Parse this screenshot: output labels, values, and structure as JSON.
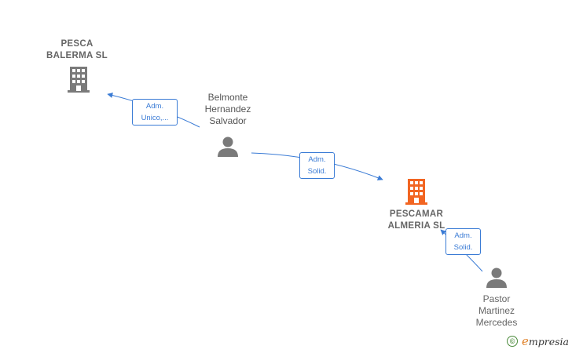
{
  "nodes": {
    "pesca_balerma": {
      "label": "PESCA\nBALERMA  SL",
      "icon": "building-icon",
      "color": "#7a7a7a"
    },
    "pescamar": {
      "label": "PESCAMAR\nALMERIA  SL",
      "icon": "building-icon",
      "color": "#f26522"
    },
    "belmonte": {
      "label": "Belmonte\nHernandez\nSalvador",
      "icon": "person-icon",
      "color": "#7a7a7a"
    },
    "pastor": {
      "label": "Pastor\nMartinez\nMercedes",
      "icon": "person-icon",
      "color": "#7a7a7a"
    }
  },
  "edges": [
    {
      "from": "Belmonte Hernandez Salvador",
      "to": "PESCA BALERMA SL",
      "label": "Adm.\nUnico,..."
    },
    {
      "from": "Belmonte Hernandez Salvador",
      "to": "PESCAMAR ALMERIA SL",
      "label": "Adm.\nSolid."
    },
    {
      "from": "Pastor Martinez Mercedes",
      "to": "PESCAMAR ALMERIA SL",
      "label": "Adm.\nSolid."
    }
  ],
  "colors": {
    "edge": "#3a7bd5",
    "node_text": "#666666",
    "brand_green": "#4a8a3a",
    "brand_orange": "#e0822a"
  },
  "brand": {
    "copyright": "©",
    "first": "e",
    "rest": "mpresia"
  }
}
